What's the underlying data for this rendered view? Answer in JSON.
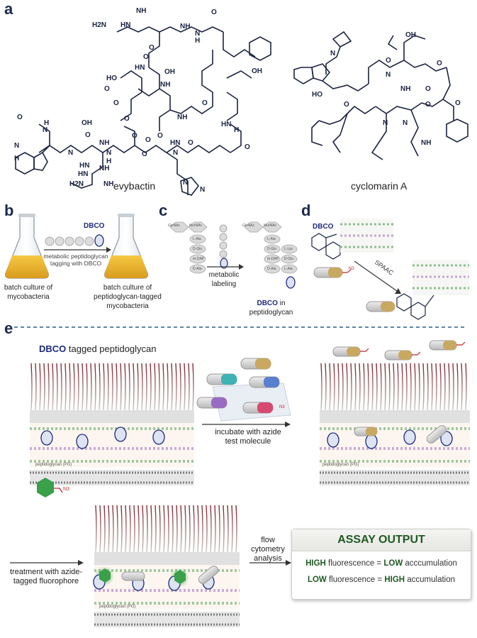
{
  "panels": {
    "a": "a",
    "b": "b",
    "c": "c",
    "d": "d",
    "e": "e"
  },
  "a": {
    "molecule1": "evybactin",
    "molecule2": "cyclomarin A",
    "atoms": [
      "H2N",
      "NH",
      "HN",
      "NH",
      "O",
      "N",
      "H",
      "O",
      "OH",
      "HO",
      "O",
      "HN",
      "O",
      "NH",
      "O",
      "O",
      "N",
      "N",
      "H",
      "O",
      "OH",
      "O",
      "NH",
      "O",
      "O",
      "OH",
      "H",
      "N",
      "HN",
      "O",
      "N",
      "N",
      "H",
      "N",
      "H",
      "O",
      "N",
      "HN",
      "O",
      "NH",
      "O",
      "HN",
      "NH",
      "HN",
      "O",
      "H2N",
      "NH",
      "N",
      "OH",
      "HO",
      "N",
      "O",
      "NH",
      "O",
      "N",
      "O",
      "N",
      "O",
      "NH",
      "O",
      "O"
    ]
  },
  "b": {
    "reagent": "DBCO",
    "arrow_label": "metabolic peptidoglycan tagging with DBCO",
    "left_caption": "batch culture of mycobacteria",
    "right_caption": "batch culture of peptidoglycan-tagged mycobacteria"
  },
  "c": {
    "sugars": [
      "GlcNAc",
      "MurNAc"
    ],
    "stem": [
      "L-Ala",
      "D-Glu",
      "m-DAP",
      "D-Ala"
    ],
    "stem2": [
      "L-Ala",
      "D-Glu",
      "m-DAP",
      "D-Ala"
    ],
    "crosslink": [
      "L-Lys",
      "D-Glu",
      "L-Ala"
    ],
    "arrow_label": "metabolic labeling",
    "caption_dbco": "DBCO",
    "caption_rest": "in peptidoglycan"
  },
  "d": {
    "reagent": "DBCO",
    "azide": "N3",
    "arrow_label": "SPAAC"
  },
  "e": {
    "title_dbco": "DBCO",
    "title_rest": "tagged peptidoglycan",
    "pg_label": "peptidoglycan (PG)",
    "incubate_label": "incubate with azide test molecule",
    "treatment_label": "treatment with azide-tagged fluorophore",
    "flow_label": "flow cytometry analysis",
    "azide": "N3",
    "assay": {
      "title": "ASSAY OUTPUT",
      "row1": {
        "a": "HIGH",
        "b": "fluorescence =",
        "c": "LOW",
        "d": "acccumulation"
      },
      "row2": {
        "a": "LOW",
        "b": "fluorescence  =",
        "c": "HIGH",
        "d": "accumulation"
      }
    }
  },
  "colors": {
    "navy": "#1d2a7a",
    "structure": "#1a2340",
    "green": "#1e5a22",
    "fluor": "#3aa04a",
    "teal": "#3fb2b4",
    "blue": "#5b7fcf",
    "purple": "#9a6bc2",
    "pink": "#d64a72",
    "tan": "#c9a862",
    "red": "#c0282f",
    "membrane": "#8a1f2a"
  }
}
